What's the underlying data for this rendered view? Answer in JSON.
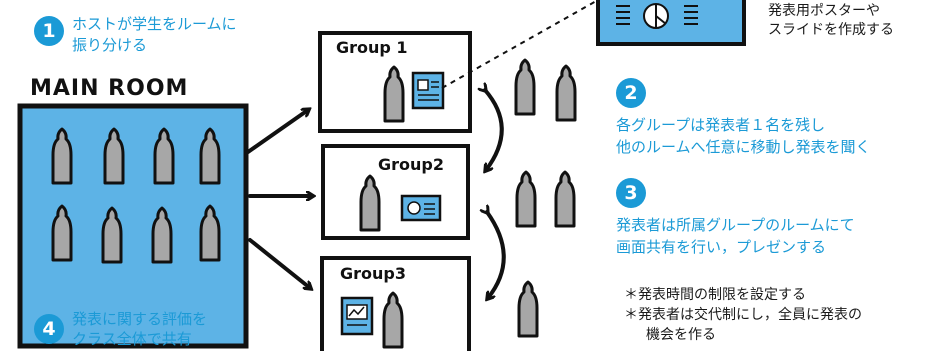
{
  "step1": {
    "number": "1",
    "line1": "ホストが学生をルームに",
    "line2": "振り分ける"
  },
  "step2": {
    "number": "2",
    "line1": "各グループは発表者１名を残し",
    "line2": "他のルームへ任意に移動し発表を聞く"
  },
  "step3": {
    "number": "3",
    "line1": "発表者は所属グループのルームにて",
    "line2": "画面共有を行い，プレゼンする"
  },
  "step4": {
    "number": "4",
    "line1": "発表に関する評価を",
    "line2": "クラス全体で共有"
  },
  "poster_caption": {
    "line1": "発表用ポスターや",
    "line2": "スライドを作成する"
  },
  "notes": {
    "line1": "＊発表時間の制限を設定する",
    "line2": "＊発表者は交代制にし，全員に発表の",
    "line3": "機会を作る"
  },
  "main_room": {
    "title": "MAIN ROOM"
  },
  "groups": [
    {
      "label": "Group 1"
    },
    {
      "label": "Group2"
    },
    {
      "label": "Group3"
    }
  ],
  "colors": {
    "accent": "#1b9ad6",
    "room_fill": "#5db3e6",
    "person": "#a7a7a7"
  },
  "icons": [
    "person-icon",
    "slide-icon",
    "chart-icon",
    "poster-icon"
  ]
}
